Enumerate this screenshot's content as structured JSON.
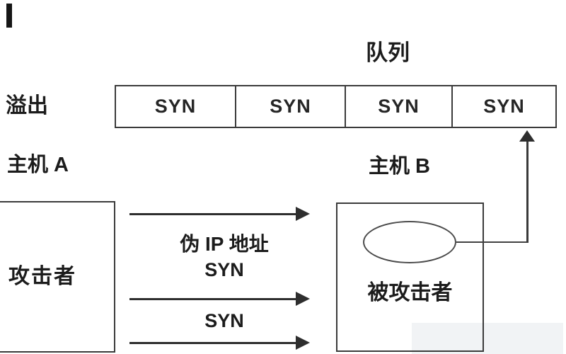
{
  "diagram": {
    "queue_title": "队列",
    "overflow_label": "溢出",
    "host_a_label": "主机 A",
    "host_b_label": "主机 B",
    "queue_cells": [
      "SYN",
      "SYN",
      "SYN",
      "SYN"
    ],
    "attacker_label": "攻击者",
    "victim_label": "被攻击者",
    "arrow_label_fake_ip": "伪 IP 地址",
    "arrow_label_syn_top": "SYN",
    "arrow_label_syn_bottom": "SYN",
    "colors": {
      "line": "#3b3b3b",
      "text": "#1c1c1c",
      "background": "#ffffff"
    }
  }
}
